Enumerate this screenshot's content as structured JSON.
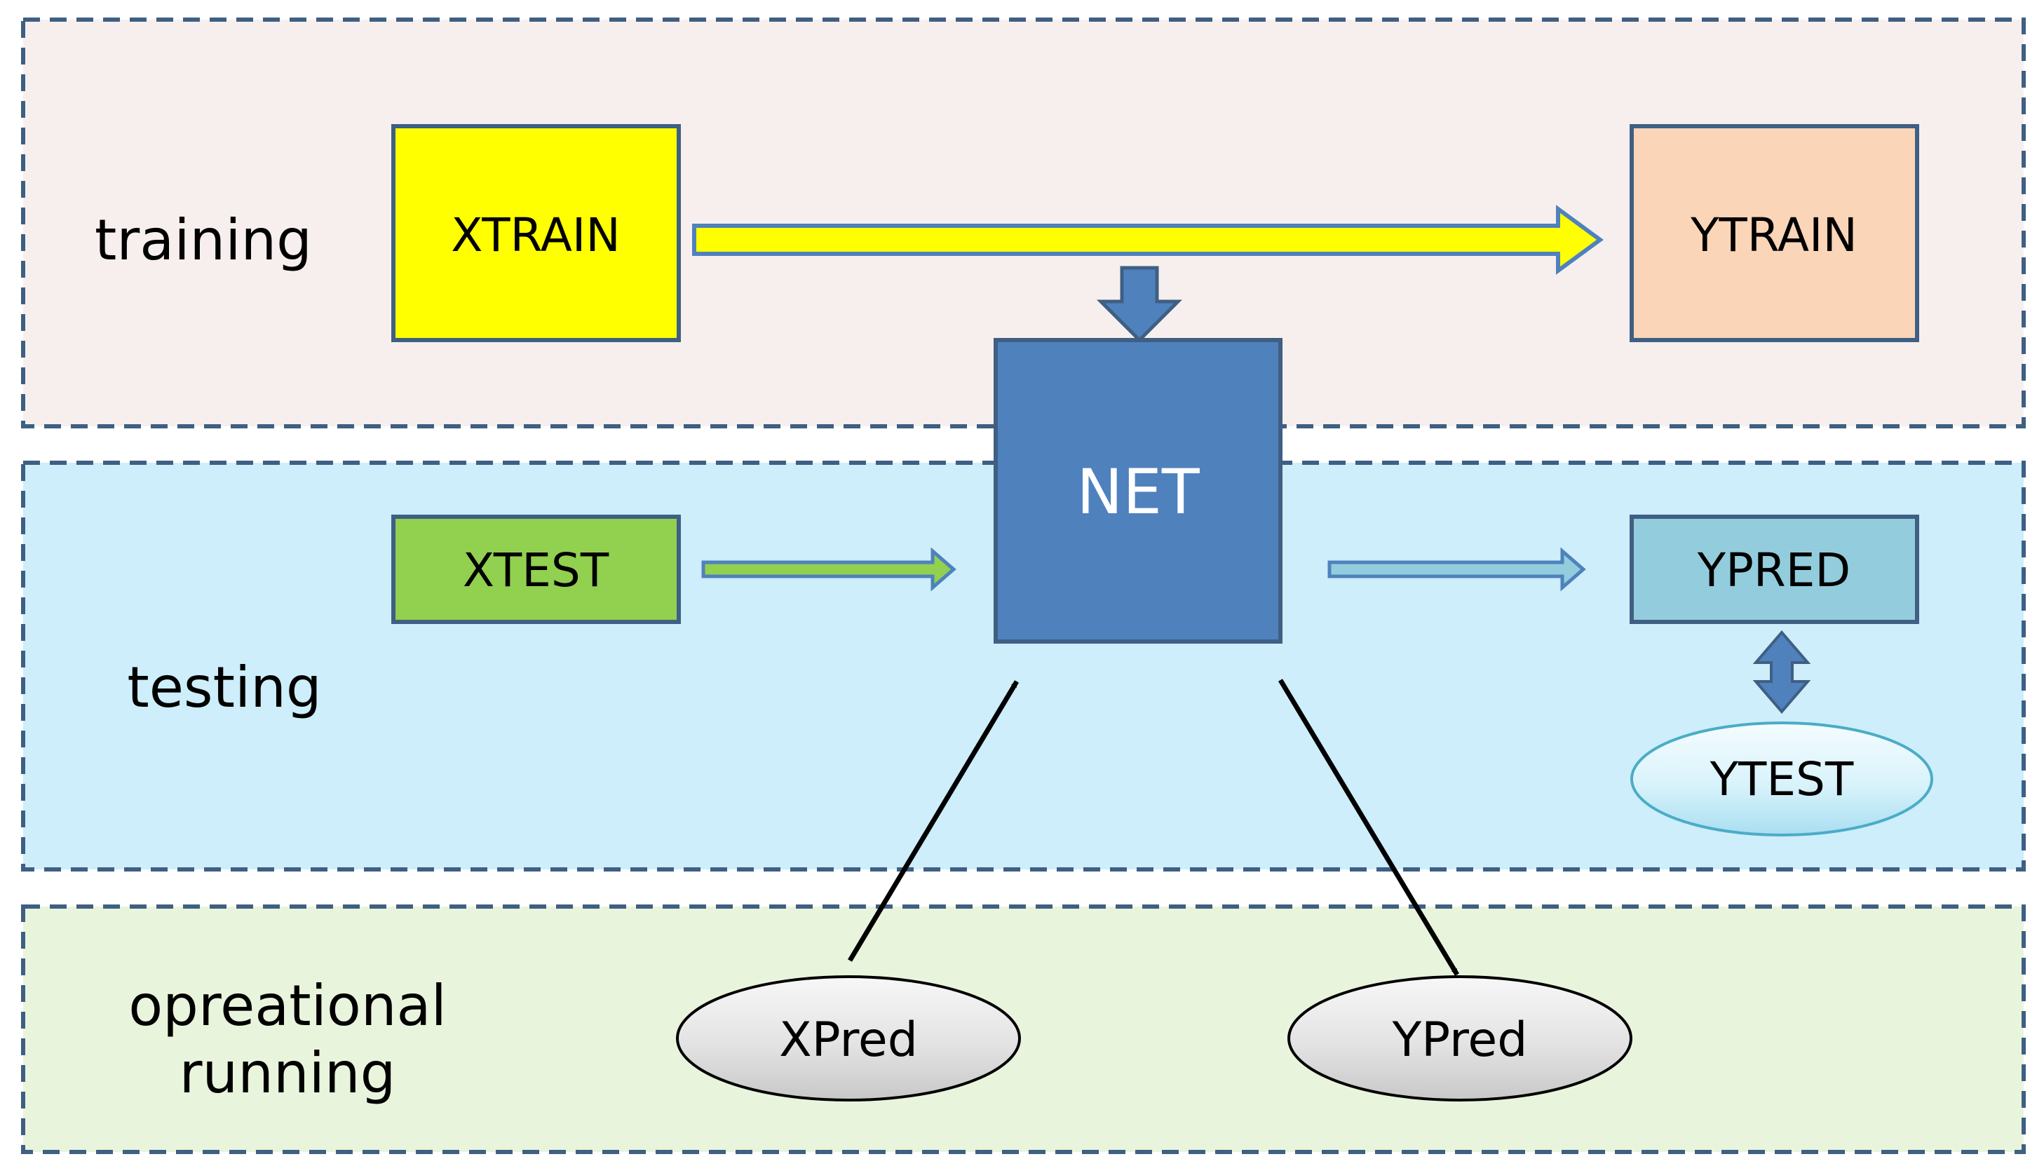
{
  "sections": {
    "training": {
      "label": "training",
      "color": "#f7efee"
    },
    "testing": {
      "label": "testing",
      "color": "#cdeefa"
    },
    "operational": {
      "label_line1": "opreational",
      "label_line2": "running",
      "color": "#e9f4dc"
    }
  },
  "nodes": {
    "xtrain": {
      "label": "XTRAIN",
      "color": "#ffff00"
    },
    "ytrain": {
      "label": "YTRAIN",
      "color": "#fad5b8"
    },
    "net": {
      "label": "NET",
      "color": "#4f81bd"
    },
    "xtest": {
      "label": "XTEST",
      "color": "#92d050"
    },
    "ypred_box": {
      "label": "YPRED",
      "color": "#93cddd"
    },
    "ytest": {
      "label": "YTEST",
      "color": "#d9f3fb"
    },
    "xpred": {
      "label": "XPred",
      "color": "#e3e3e3"
    },
    "ypred_ellipse": {
      "label": "YPred",
      "color": "#e3e3e3"
    }
  },
  "colors": {
    "border": "#3f5f83",
    "arrow_blue": "#4f81bd",
    "arrow_black": "#000000"
  }
}
